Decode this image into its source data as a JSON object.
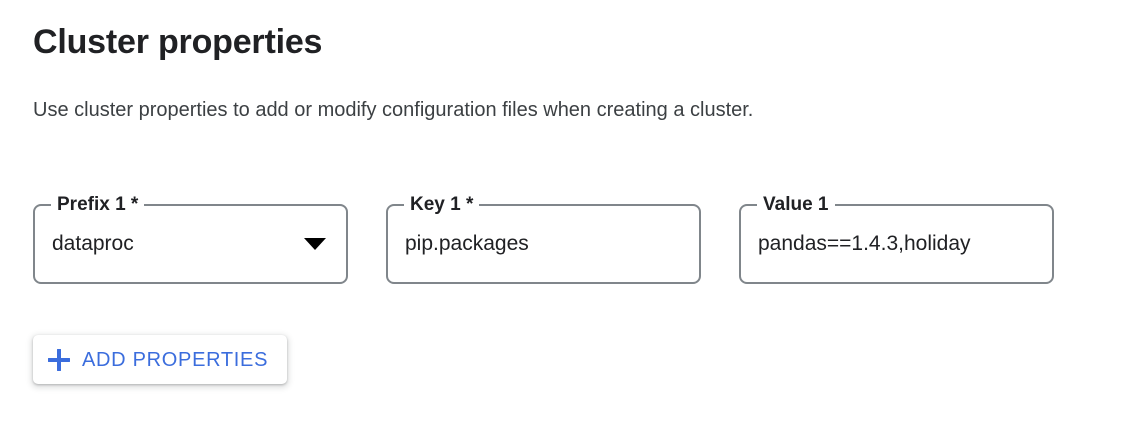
{
  "section": {
    "title": "Cluster properties",
    "description": "Use cluster properties to add or modify configuration files when creating a cluster."
  },
  "fields": [
    {
      "name": "prefix",
      "label": "Prefix 1 *",
      "value": "dataproc",
      "type": "select",
      "icon": "chevron-down-icon"
    },
    {
      "name": "key",
      "label": "Key 1 *",
      "value": "pip.packages",
      "type": "text"
    },
    {
      "name": "value",
      "label": "Value 1",
      "value": "pandas==1.4.3,holiday",
      "type": "text"
    }
  ],
  "actions": {
    "add_properties": {
      "label": "ADD PROPERTIES",
      "icon": "plus-icon"
    }
  },
  "colors": {
    "accent": "#3b6ddd",
    "text_primary": "#202124",
    "text_secondary": "#3c4043",
    "field_border": "#80868b",
    "background": "#ffffff"
  }
}
